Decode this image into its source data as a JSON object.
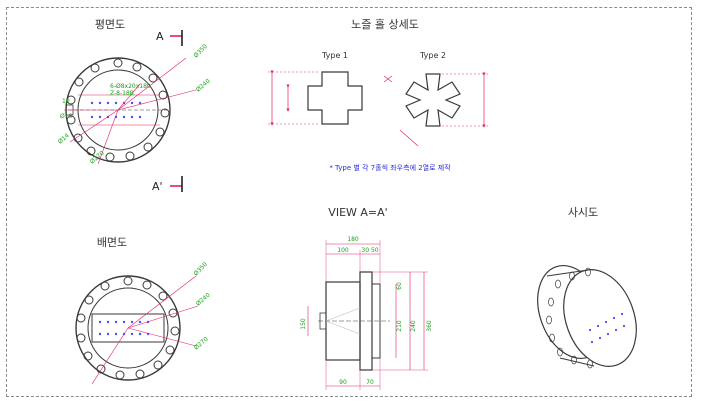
{
  "titles": {
    "plan": "평면도",
    "nozzle_detail": "노즐 홀 상세도",
    "view": "VIEW  A=A'",
    "rear": "배면도",
    "iso": "사시도"
  },
  "section_marks": {
    "top": "A",
    "bottom": "A'"
  },
  "nozzle_types": {
    "type1": "Type 1",
    "type2": "Type 2"
  },
  "note": "* Type 별 각 7홀씩 좌우측에 2열로 제작",
  "dims": {
    "plan": {
      "d1": "Ø350",
      "d2": "Ø240",
      "d3": "Ø270",
      "hole_spec": "6-Ø8x20x180",
      "pitch": "Z-8-18B",
      "side": "Ø10",
      "bolt": "Ø14",
      "mark": "10"
    },
    "view_top_total": "180",
    "view_top_a": "100",
    "view_top_b": "30  50",
    "view_left": "150",
    "view_right_a": "210",
    "view_right_b": "240",
    "view_right_c": "360",
    "view_right_d": "60",
    "view_bottom_a": "90",
    "view_bottom_b": "70",
    "rear": {
      "d1": "Ø350",
      "d2": "Ø240",
      "d3": "Ø270"
    }
  },
  "colors": {
    "outline": "#3a3a3a",
    "dimension": "#e0206a",
    "dim_text": "#1aa01a",
    "hole_row": "#4b4bff",
    "note": "#2b2bd6"
  }
}
